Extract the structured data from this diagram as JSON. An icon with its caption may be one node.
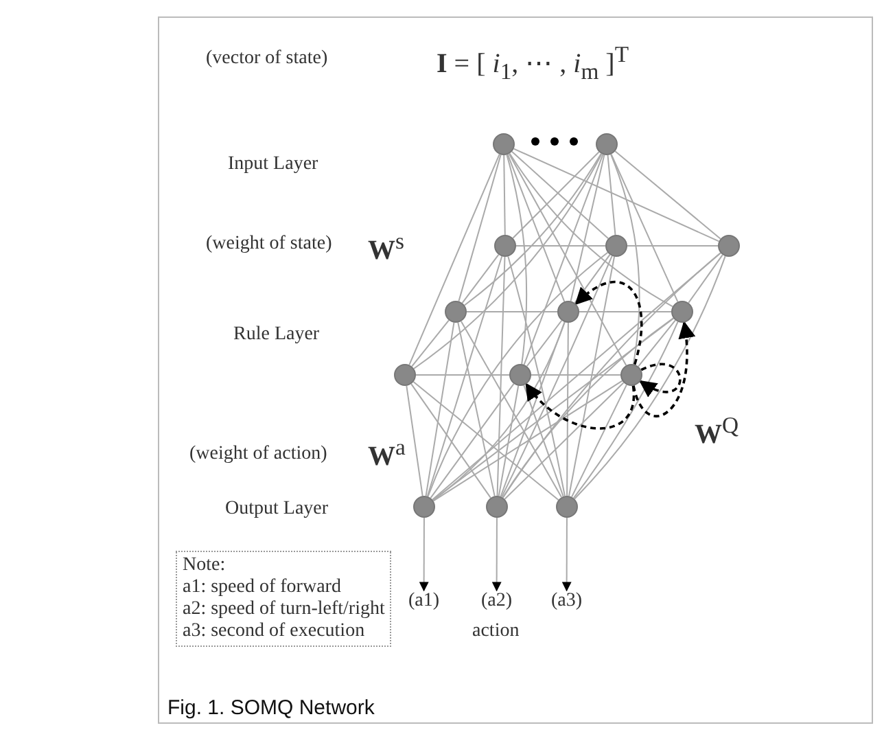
{
  "diagram": {
    "caption": "Fig. 1. SOMQ Network",
    "nodes": [
      {
        "text": [],
        "shape": "circle"
      },
      {
        "text": [],
        "shape": "circle"
      },
      {
        "text": [],
        "shape": "circle"
      },
      {
        "text": [],
        "shape": "circle"
      },
      {
        "text": [],
        "shape": "circle"
      },
      {
        "text": [],
        "shape": "circle"
      },
      {
        "text": [],
        "shape": "circle"
      },
      {
        "text": [],
        "shape": "circle"
      },
      {
        "text": [],
        "shape": "circle"
      },
      {
        "text": [],
        "shape": "circle"
      },
      {
        "text": [],
        "shape": "circle"
      },
      {
        "text": [],
        "shape": "circle"
      },
      {
        "text": [],
        "shape": "circle"
      },
      {
        "text": [],
        "shape": "circle"
      },
      {
        "text": [
          "(a1)"
        ]
      },
      {
        "text": [
          "(a2)"
        ]
      },
      {
        "text": [
          "(a3)"
        ]
      },
      {
        "text": [
          "Note:",
          "a1: speed of forward",
          "a2: speed of turn-left/right",
          "a3: second of execution"
        ]
      }
    ],
    "edges": [
      {
        "from": 0,
        "to": 2,
        "arrow": "none"
      },
      {
        "from": 0,
        "to": 3,
        "arrow": "none"
      },
      {
        "from": 0,
        "to": 4,
        "arrow": "none"
      },
      {
        "from": 0,
        "to": 5,
        "arrow": "none"
      },
      {
        "from": 0,
        "to": 6,
        "arrow": "none"
      },
      {
        "from": 0,
        "to": 7,
        "arrow": "none"
      },
      {
        "from": 0,
        "to": 8,
        "arrow": "none"
      },
      {
        "from": 0,
        "to": 9,
        "arrow": "none"
      },
      {
        "from": 0,
        "to": 10,
        "arrow": "none"
      },
      {
        "from": 1,
        "to": 2,
        "arrow": "none"
      },
      {
        "from": 1,
        "to": 3,
        "arrow": "none"
      },
      {
        "from": 1,
        "to": 4,
        "arrow": "none"
      },
      {
        "from": 1,
        "to": 5,
        "arrow": "none"
      },
      {
        "from": 1,
        "to": 6,
        "arrow": "none"
      },
      {
        "from": 1,
        "to": 7,
        "arrow": "none"
      },
      {
        "from": 1,
        "to": 8,
        "arrow": "none"
      },
      {
        "from": 1,
        "to": 9,
        "arrow": "none"
      },
      {
        "from": 1,
        "to": 10,
        "arrow": "none"
      },
      {
        "from": 2,
        "to": 3,
        "arrow": "none"
      },
      {
        "from": 3,
        "to": 4,
        "arrow": "none"
      },
      {
        "from": 5,
        "to": 6,
        "arrow": "none"
      },
      {
        "from": 6,
        "to": 7,
        "arrow": "none"
      },
      {
        "from": 8,
        "to": 9,
        "arrow": "none"
      },
      {
        "from": 9,
        "to": 10,
        "arrow": "none"
      },
      {
        "from": 2,
        "to": 5,
        "arrow": "none"
      },
      {
        "from": 5,
        "to": 8,
        "arrow": "none"
      },
      {
        "from": 3,
        "to": 6,
        "arrow": "none"
      },
      {
        "from": 6,
        "to": 9,
        "arrow": "none"
      },
      {
        "from": 4,
        "to": 7,
        "arrow": "none"
      },
      {
        "from": 7,
        "to": 10,
        "arrow": "none"
      },
      {
        "from": 2,
        "to": 11,
        "arrow": "none"
      },
      {
        "from": 2,
        "to": 12,
        "arrow": "none"
      },
      {
        "from": 2,
        "to": 13,
        "arrow": "none"
      },
      {
        "from": 3,
        "to": 11,
        "arrow": "none"
      },
      {
        "from": 3,
        "to": 12,
        "arrow": "none"
      },
      {
        "from": 3,
        "to": 13,
        "arrow": "none"
      },
      {
        "from": 4,
        "to": 11,
        "arrow": "none"
      },
      {
        "from": 4,
        "to": 12,
        "arrow": "none"
      },
      {
        "from": 4,
        "to": 13,
        "arrow": "none"
      },
      {
        "from": 5,
        "to": 11,
        "arrow": "none"
      },
      {
        "from": 5,
        "to": 12,
        "arrow": "none"
      },
      {
        "from": 5,
        "to": 13,
        "arrow": "none"
      },
      {
        "from": 6,
        "to": 11,
        "arrow": "none"
      },
      {
        "from": 6,
        "to": 12,
        "arrow": "none"
      },
      {
        "from": 6,
        "to": 13,
        "arrow": "none"
      },
      {
        "from": 7,
        "to": 11,
        "arrow": "none"
      },
      {
        "from": 7,
        "to": 12,
        "arrow": "none"
      },
      {
        "from": 7,
        "to": 13,
        "arrow": "none"
      },
      {
        "from": 8,
        "to": 11,
        "arrow": "none"
      },
      {
        "from": 8,
        "to": 12,
        "arrow": "none"
      },
      {
        "from": 8,
        "to": 13,
        "arrow": "none"
      },
      {
        "from": 9,
        "to": 11,
        "arrow": "none"
      },
      {
        "from": 9,
        "to": 12,
        "arrow": "none"
      },
      {
        "from": 9,
        "to": 13,
        "arrow": "none"
      },
      {
        "from": 10,
        "to": 11,
        "arrow": "none"
      },
      {
        "from": 10,
        "to": 12,
        "arrow": "none"
      },
      {
        "from": 10,
        "to": 13,
        "arrow": "none"
      },
      {
        "from": 11,
        "to": 14,
        "arrow": "to"
      },
      {
        "from": 12,
        "to": 15,
        "arrow": "to"
      },
      {
        "from": 13,
        "to": 16,
        "arrow": "to"
      },
      {
        "from": 10,
        "to": 6,
        "arrow": "to",
        "style": "dashed",
        "color": "#000000"
      },
      {
        "from": 10,
        "to": 7,
        "arrow": "to",
        "style": "dashed",
        "color": "#000000"
      },
      {
        "from": 10,
        "to": 10,
        "arrow": "to",
        "style": "dashed",
        "color": "#000000"
      },
      {
        "from": 10,
        "to": 9,
        "arrow": "to",
        "style": "dashed",
        "color": "#000000"
      }
    ],
    "labels": [
      "(vector of state)",
      "**I** = [ *i*$_{1}$, ⋯ , *i*$_{m}$ ]$^{T}$",
      "Input Layer",
      "(weight of state)",
      "**W**$^{s}$",
      "Rule Layer",
      "**W**$^{Q}$",
      "(weight of action)",
      "**W**$^{a}$",
      "Output Layer",
      "action"
    ]
  }
}
